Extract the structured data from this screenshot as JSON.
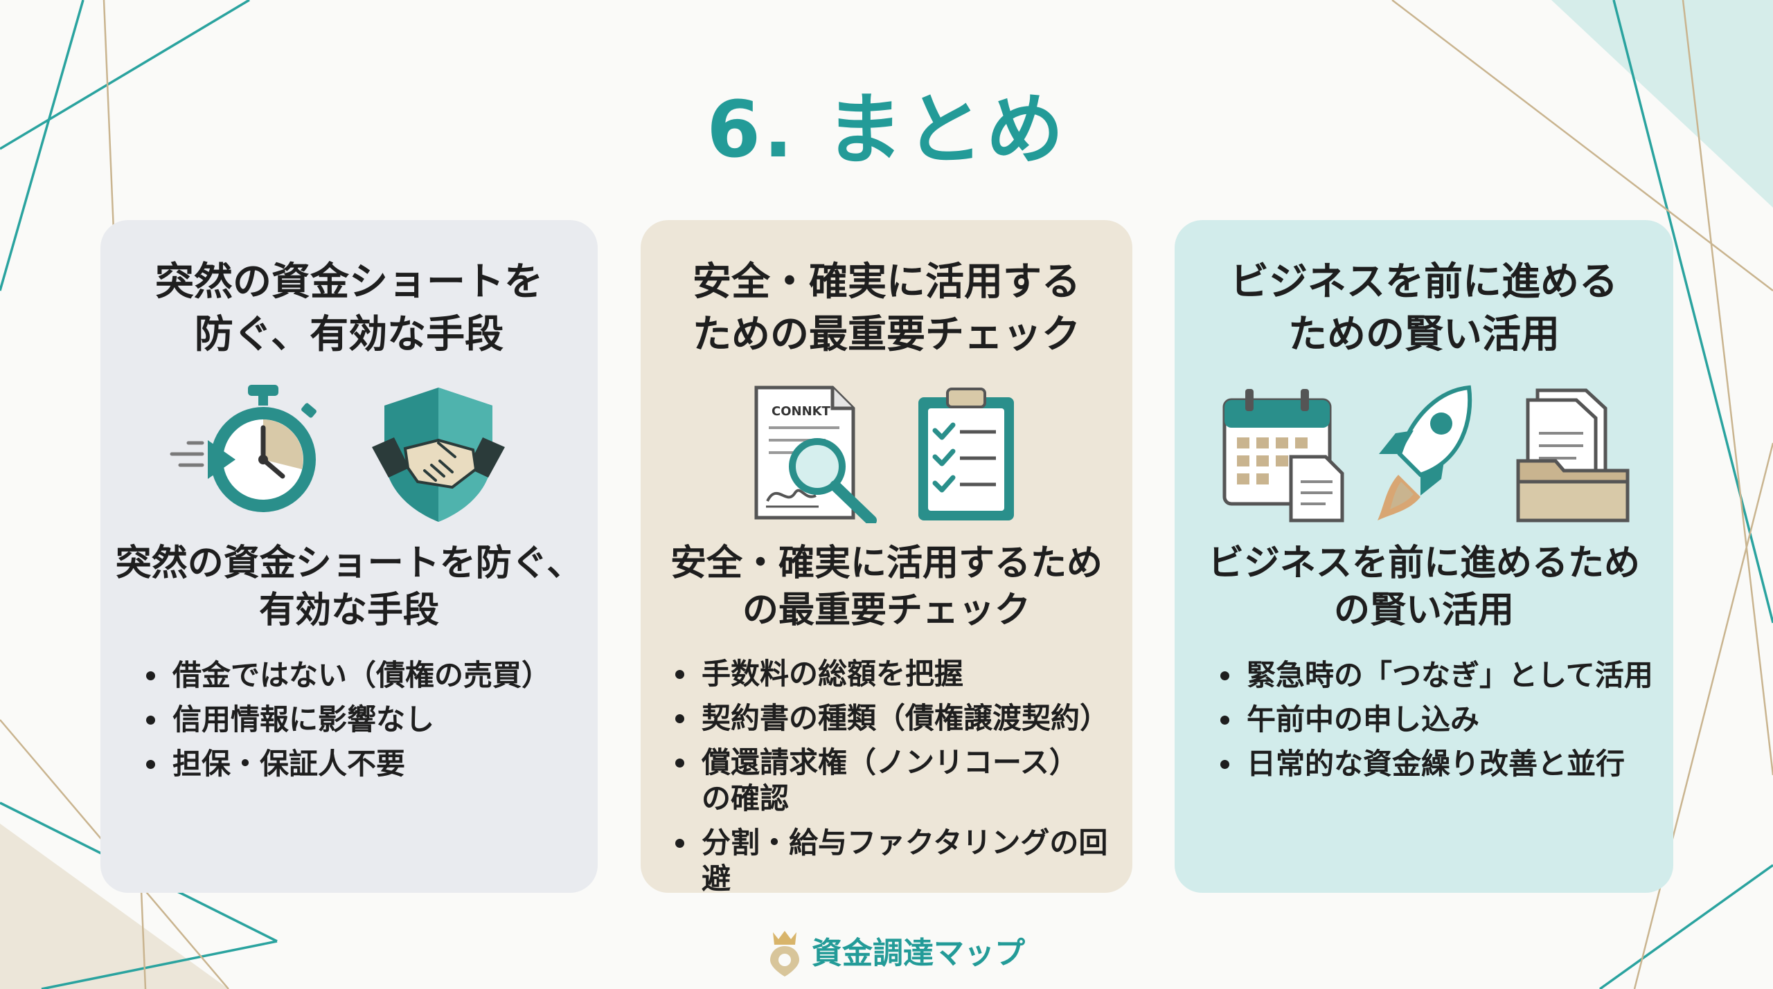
{
  "title": "6. まとめ",
  "colors": {
    "accent": "#239b98",
    "beige": "#c9b48f",
    "dark_teal": "#2a7e7a"
  },
  "cards": [
    {
      "heading_line1": "突然の資金ショートを",
      "heading_line2": "防ぐ、有効な手段",
      "icons": [
        "stopwatch-icon",
        "handshake-shield-icon"
      ],
      "subheading_line1": "突然の資金ショートを防ぐ、",
      "subheading_line2": "有効な手段",
      "bullets": [
        "借金ではない（債権の売買）",
        "信用情報に影響なし",
        "担保・保証人不要"
      ]
    },
    {
      "heading_line1": "安全・確実に活用する",
      "heading_line2": "ための最重要チェック",
      "icons": [
        "contract-magnifier-icon",
        "clipboard-checklist-icon"
      ],
      "contract_label": "CONNKT",
      "subheading_line1": "安全・確実に活用するため",
      "subheading_line2": "の最重要チェック",
      "bullets": [
        "手数料の総額を把握",
        "契約書の種類（債権譲渡契約）",
        "償還請求権（ノンリコース）の確認",
        "分割・給与ファクタリングの回避"
      ]
    },
    {
      "heading_line1": "ビジネスを前に進める",
      "heading_line2": "ための賢い活用",
      "icons": [
        "calendar-document-icon",
        "rocket-icon",
        "folder-documents-icon"
      ],
      "subheading_line1": "ビジネスを前に進めるため",
      "subheading_line2": "の賢い活用",
      "bullets": [
        "緊急時の「つなぎ」として活用",
        "午前中の申し込み",
        "日常的な資金繰り改善と並行"
      ]
    }
  ],
  "footer": {
    "brand": "資金調達マップ"
  }
}
